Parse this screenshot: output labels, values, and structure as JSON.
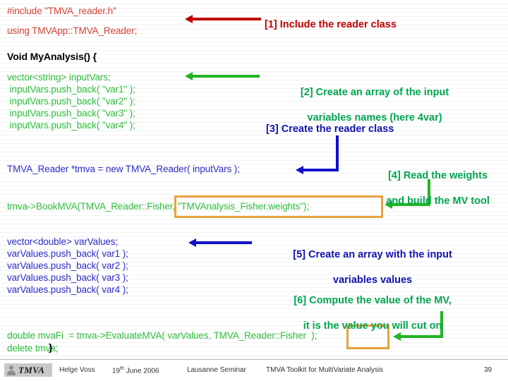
{
  "slide": {
    "page_number": "39",
    "colors": {
      "red": "#d34233",
      "green": "#2fbd3c",
      "blue": "#2c2cc4",
      "note_red": "#c00000",
      "note_green": "#00a550",
      "note_blue": "#1111b0",
      "highlight_orange": "#e8a33d"
    }
  },
  "code": {
    "line_include": "#include \"TMVA_reader.h\"",
    "line_using": "using TMVApp::TMVA_Reader;",
    "line_func": "Void MyAnalysis() {",
    "block_inputvars": [
      "vector<string> inputVars;",
      " inputVars.push_back( \"var1\" );",
      " inputVars.push_back( \"var2\" );",
      " inputVars.push_back( \"var3\" );",
      " inputVars.push_back( \"var4\" );"
    ],
    "line_reader": "TMVA_Reader *tmva = new TMVA_Reader( inputVars );",
    "line_bookmva": "tmva->BookMVA(TMVA_Reader::Fisher, \"TMVAnalysis_Fisher.weights\");",
    "block_varvalues": [
      "vector<double> varValues;",
      "varValues.push_back( var1 );",
      "varValues.push_back( var2 );",
      "varValues.push_back( var3 );",
      "varValues.push_back( var4 );"
    ],
    "line_evaluate": "double mvaFi  = tmva->EvaluateMVA( varValues, TMVA_Reader::Fisher  );",
    "line_delete": "delete tmva;",
    "line_delete_brace": "}"
  },
  "notes": {
    "n1": "[1] Include the reader class",
    "n2_line1": "[2] Create an array of the input",
    "n2_line2": "variables names (here 4var)",
    "n3": "[3] Create the reader class",
    "n4_line1": "[4] Read the weights",
    "n4_line2": "and build the MV tool",
    "n5_line1": "[5] Create an array with the input",
    "n5_line2": "variables values",
    "n6_line1": "[6] Compute the value of the MV,",
    "n6_line2": "it is the value you will cut on"
  },
  "footer": {
    "logo_text": "TMVA",
    "author": "Helge Voss",
    "date_day": "19",
    "date_sup": "th",
    "date_rest": " June 2006",
    "venue": "Lausanne Seminar",
    "title": "TMVA Toolkit for MultiVariate Analysis",
    "page": "39"
  }
}
